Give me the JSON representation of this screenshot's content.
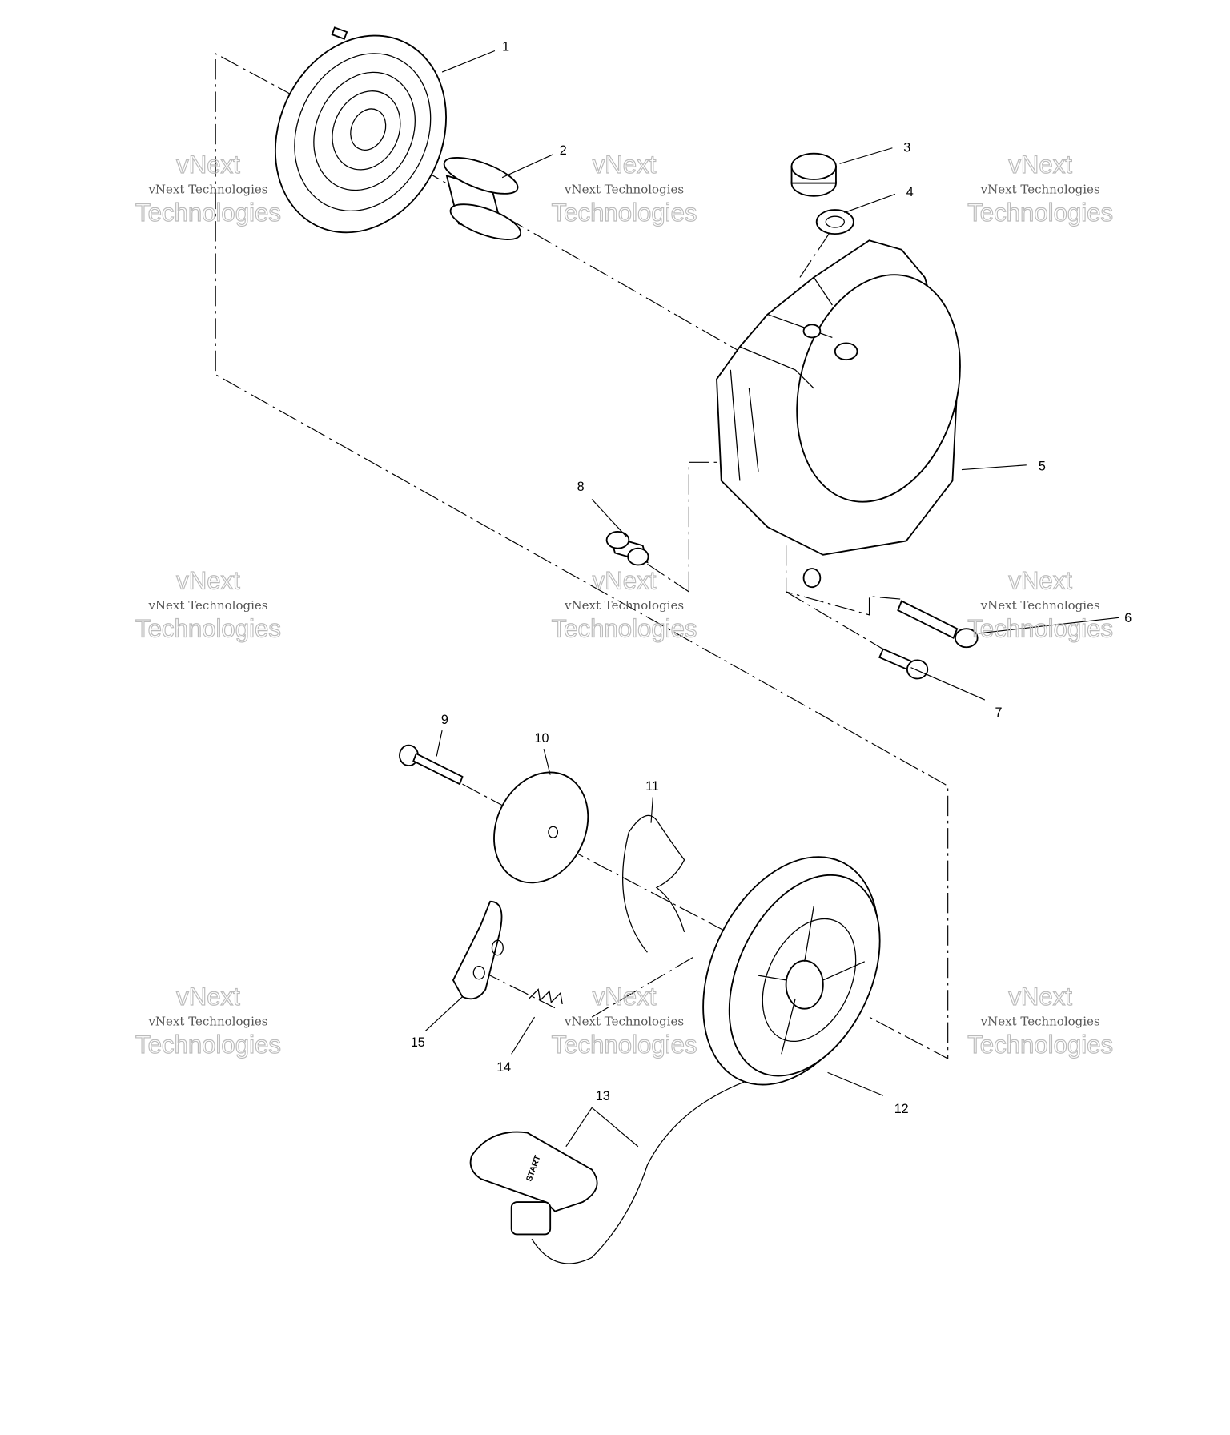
{
  "diagram": {
    "title": "Recoil starter exploded view",
    "callouts": [
      "1",
      "2",
      "3",
      "4",
      "5",
      "6",
      "7",
      "8",
      "9",
      "10",
      "11",
      "12",
      "13",
      "14",
      "15"
    ],
    "handle_label": "START",
    "watermark": {
      "small": "vNext Technologies",
      "big_line1": "vNext",
      "big_line2": "Technologies"
    }
  }
}
